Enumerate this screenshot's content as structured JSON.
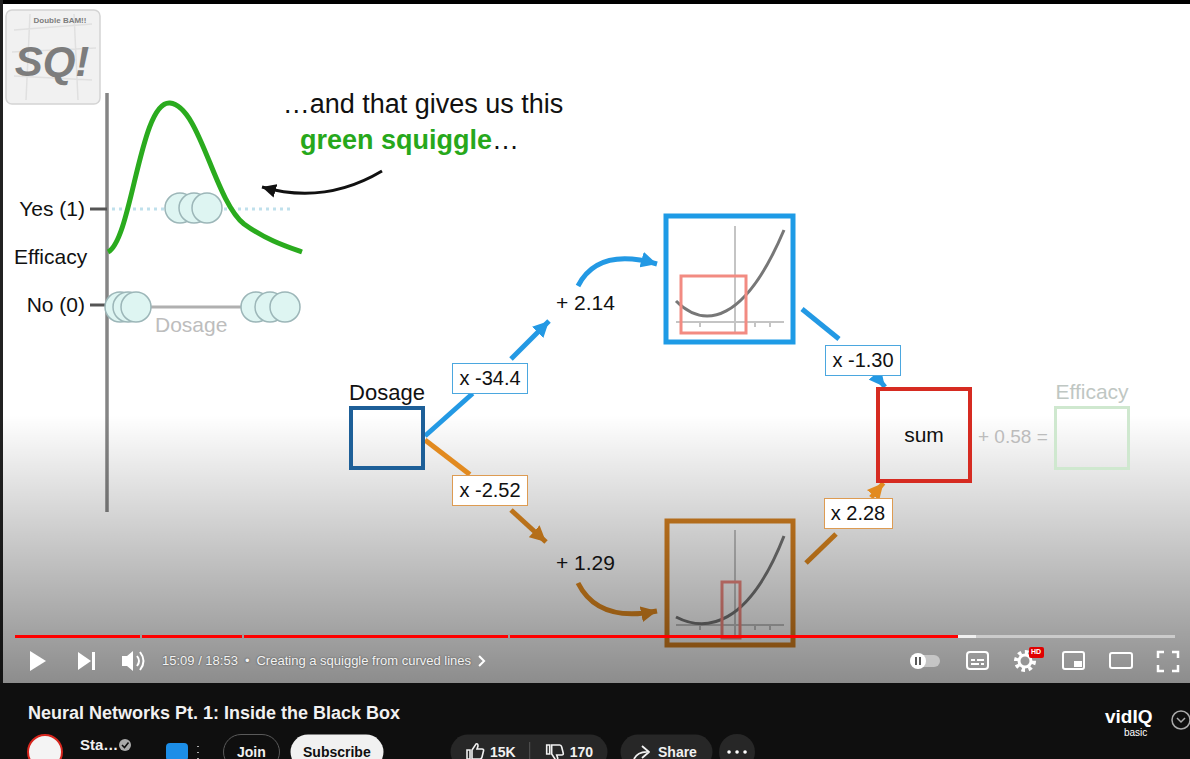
{
  "diagram": {
    "title": "Neural Networks Pt. 1: Inside the Black Box",
    "nodes": [
      {
        "text": [
          "Dosage"
        ]
      },
      {
        "text": [
          "x -34.4"
        ]
      },
      {
        "text": [
          "x -2.52"
        ]
      },
      {
        "text": [
          "x -1.30"
        ]
      },
      {
        "text": [
          "x 2.28"
        ]
      },
      {
        "text": [
          "sum"
        ]
      },
      {
        "text": [
          "Efficacy"
        ]
      },
      {
        "text": [
          "HD"
        ]
      },
      {
        "text": [
          "Join"
        ]
      },
      {
        "text": [
          "Subscribe"
        ]
      },
      {
        "text": [
          "15K",
          "170"
        ]
      },
      {
        "text": [
          "Share"
        ]
      }
    ],
    "edges": [
      {
        "from": 0,
        "to": 1,
        "arrow": "none"
      },
      {
        "from": 0,
        "to": 2,
        "arrow": "none"
      },
      {
        "from": 3,
        "to": 5,
        "arrow": "to"
      },
      {
        "from": 4,
        "to": 5,
        "arrow": "to"
      }
    ],
    "labels": [
      "SQ!",
      "Double BAM!!",
      "…and that gives us this",
      "green squiggle",
      "…",
      "Yes (1)",
      "Efficacy",
      "No (0)",
      "Dosage",
      "+ 2.14",
      "+ 1.29",
      "+ 0.58 =",
      "15:09 / 18:53",
      "•",
      "Creating a squiggle from curved lines",
      "Sta…",
      "vidIQ",
      "basic"
    ]
  }
}
